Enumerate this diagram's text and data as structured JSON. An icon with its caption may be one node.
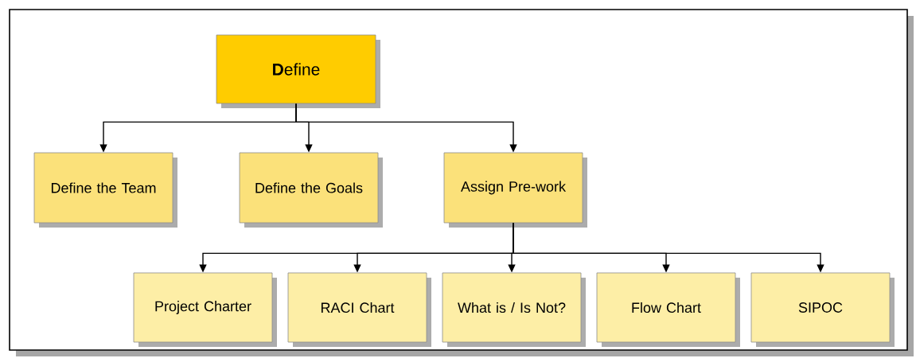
{
  "diagram": {
    "nodes": [
      {
        "text": [
          "**D**efine"
        ]
      },
      {
        "text": [
          "Define the Team"
        ]
      },
      {
        "text": [
          "Define the Goals"
        ]
      },
      {
        "text": [
          "Assign Pre-work"
        ]
      },
      {
        "text": [
          "Project Charter"
        ]
      },
      {
        "text": [
          "RACI Chart"
        ]
      },
      {
        "text": [
          "What is / Is Not?"
        ]
      },
      {
        "text": [
          "Flow Chart"
        ]
      },
      {
        "text": [
          "SIPOC"
        ]
      }
    ],
    "edges": [
      {
        "from": 0,
        "to": 1,
        "arrow": "to"
      },
      {
        "from": 0,
        "to": 2,
        "arrow": "to"
      },
      {
        "from": 0,
        "to": 3,
        "arrow": "to"
      },
      {
        "from": 3,
        "to": 4,
        "arrow": "to"
      },
      {
        "from": 3,
        "to": 5,
        "arrow": "to"
      },
      {
        "from": 3,
        "to": 6,
        "arrow": "to"
      },
      {
        "from": 3,
        "to": 7,
        "arrow": "to"
      },
      {
        "from": 3,
        "to": 8,
        "arrow": "to"
      }
    ]
  }
}
